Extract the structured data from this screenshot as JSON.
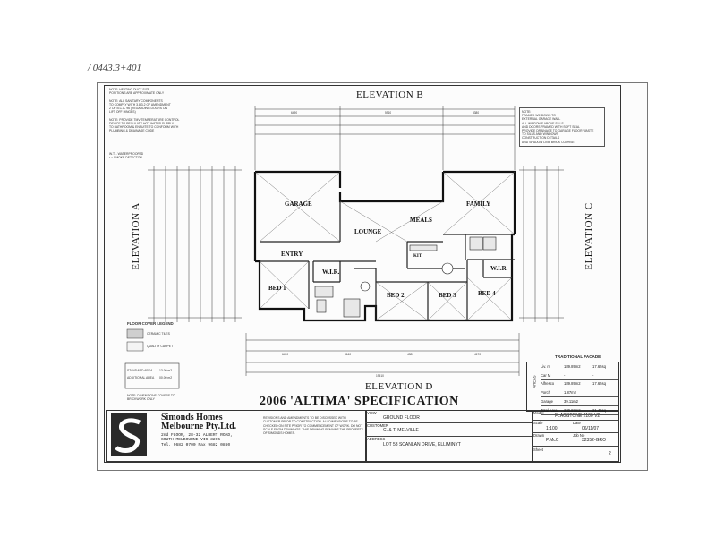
{
  "handwriting": "/ 0443.3+401",
  "notes": {
    "top_left": "NOTE: HEATING DUCT SIZE\nPOSITIONS ARE APPROXIMATE ONLY\n\nNOTE: ALL SANITARY COMPONENTS\nTO COMPLY WITH 3.8.3.2 OF AMENDMENT\n2 OF B.C.A. 96 (REGARDING DOORS ON\nLIFT OFF HINGES)\n\nNOTE: PROVIDE TMV TEMPERATURE CONTROL\nDEVICE TO REGULATE HOT WATER SUPPLY\nTO BATHROOM & ENSUITE TO CONFORM WITH\nPLUMBING & DRAINAGE CODE",
    "top_right": "NOTE:\nFRAMED WINDOWS TO\nEXTERNAL GARAGE WALL\nALL WINDOWS ABOVE SILLS\nAND DOORS FRAMED WITH SOFT SEAL\nPROVIDE DRAINAGE TO GARAGE FLOOR WASTE\nTO SILLS AND WINDOWS\nCONSTRUCTION DETAILS\nAND SHADOW LINE BRICK COURSE",
    "wetroom": "W.T. - WATERPROOFED\n• = SMOKE DETECTOR",
    "bottom_left": "NOTE: DIMENSIONS COVERS TO\nBRICKWORK ONLY",
    "floor_legend_title": "FLOOR COVER LEGEND",
    "floor_legend_a": "CERAMIC TILES",
    "floor_legend_b": "QUALITY CARPET",
    "area_label_a": "STANDARD AREA",
    "area_label_b": "ADDITIONAL AREA",
    "area_val_a": "13.00 m2",
    "area_val_b": "00.00 m2"
  },
  "elevations": {
    "top": "ELEVATION B",
    "bottom": "ELEVATION D",
    "left": "ELEVATION A",
    "right": "ELEVATION C"
  },
  "rooms": {
    "garage": "GARAGE",
    "lounge": "LOUNGE",
    "meals": "MEALS",
    "family": "FAMILY",
    "entry": "ENTRY",
    "wir1": "W.I.R.",
    "wir2": "W.I.R.",
    "bed1": "BED 1",
    "bed2": "BED 2",
    "bed3": "BED 3",
    "bed4": "BED 4",
    "kit": "KIT"
  },
  "title": "2006 'ALTIMA' SPECIFICATION",
  "company": {
    "name_1": "Simonds Homes",
    "name_2": "Melbourne Pty.Ltd.",
    "address": "2nd FLOOR, 28-32 ALBERT ROAD,\nSOUTH MELBOURNE VIC 3205\nTel. 9682 0700 Fax 9682 0860"
  },
  "title_block": {
    "view_label": "VIEW",
    "view": "GROUND FLOOR",
    "customer_label": "CUSTOMER",
    "customer": "C. & T. MELVILLE",
    "address_label": "ADDRESS",
    "address": "LOT 53 SCANLAN DRIVE, ELLIMINYT",
    "model_label": "Model",
    "model": "FLAGSTONE 2100 V2",
    "scale_label": "Scale",
    "scale": "1:100",
    "date_label": "Date",
    "date": "06/11/07",
    "drawn_label": "Drawn",
    "drawn": "P.McC",
    "job_label": "Job No",
    "job": "32352-GRO",
    "sheet_label": "Sheet",
    "sheet": "2",
    "facade": "TRADITIONAL FACADE"
  },
  "areas": {
    "heading": "AREAS",
    "rows": [
      {
        "label": "Liv. m",
        "m2": "189.89m2",
        "sq": "17.65sq"
      },
      {
        "label": "Car M",
        "m2": "-",
        "sq": "-"
      },
      {
        "label": "Alfresco",
        "m2": "189.89m2",
        "sq": "17.65sq"
      },
      {
        "label": "Porch",
        "m2": "1.87m2",
        "sq": ""
      },
      {
        "label": "Garage",
        "m2": "39.11m2",
        "sq": ""
      },
      {
        "label": "Total Area",
        "m2": "230.87m2",
        "sq": "21.45sq"
      }
    ]
  },
  "dims": {
    "top": [
      "6490",
      "5960",
      "3380"
    ],
    "bottom": [
      "6490",
      "3160",
      "4320",
      "4170"
    ],
    "overall": "19510"
  }
}
